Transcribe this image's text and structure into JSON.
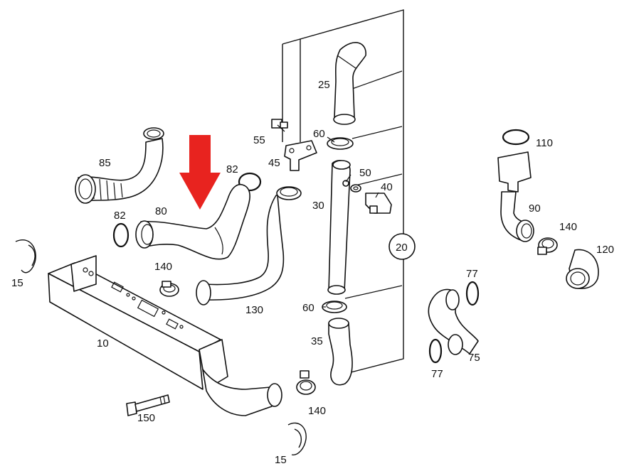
{
  "labels": {
    "l10": "10",
    "l15a": "15",
    "l15b": "15",
    "l20": "20",
    "l25": "25",
    "l30": "30",
    "l35": "35",
    "l40": "40",
    "l45": "45",
    "l50": "50",
    "l55": "55",
    "l60a": "60",
    "l60b": "60",
    "l75": "75",
    "l77a": "77",
    "l77b": "77",
    "l80": "80",
    "l82a": "82",
    "l82b": "82",
    "l85": "85",
    "l90": "90",
    "l110": "110",
    "l120": "120",
    "l130": "130",
    "l140a": "140",
    "l140b": "140",
    "l140c": "140",
    "l150": "150"
  },
  "highlight": {
    "arrow_color": "#e8231f",
    "target_part": "80"
  }
}
